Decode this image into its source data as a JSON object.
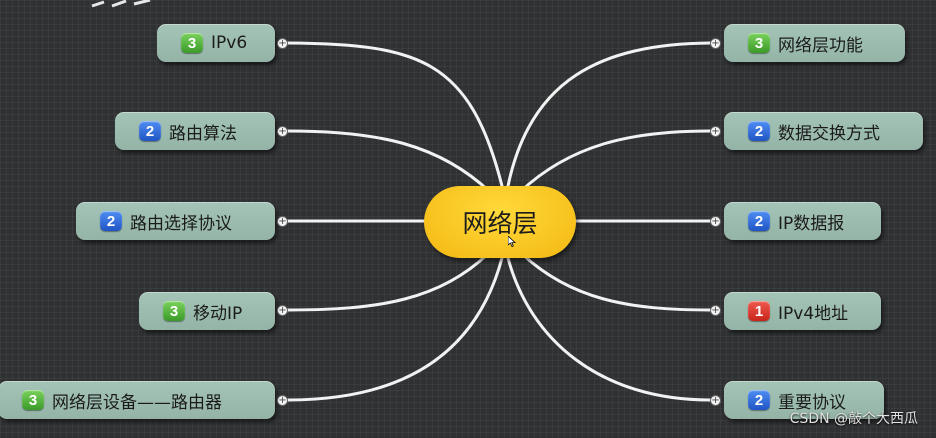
{
  "center": {
    "label": "网络层"
  },
  "left_nodes": [
    {
      "label": "IPv6",
      "priority": 3
    },
    {
      "label": "路由算法",
      "priority": 2
    },
    {
      "label": "路由选择协议",
      "priority": 2
    },
    {
      "label": "移动IP",
      "priority": 3
    },
    {
      "label": "网络层设备——路由器",
      "priority": 3
    }
  ],
  "right_nodes": [
    {
      "label": "网络层功能",
      "priority": 3
    },
    {
      "label": "数据交换方式",
      "priority": 2
    },
    {
      "label": "IP数据报",
      "priority": 2
    },
    {
      "label": "IPv4地址",
      "priority": 1
    },
    {
      "label": "重要协议",
      "priority": 2
    }
  ],
  "expand_symbol": "+",
  "watermark": "CSDN @敲个大西瓜",
  "colors": {
    "background": "#2f3133",
    "node_fill": "#9dbdb0",
    "center_fill": "#f8c51d",
    "connector": "#f2f2f2",
    "priority_1": "#d9352a",
    "priority_2": "#2f6bd8",
    "priority_3": "#52b33a"
  }
}
